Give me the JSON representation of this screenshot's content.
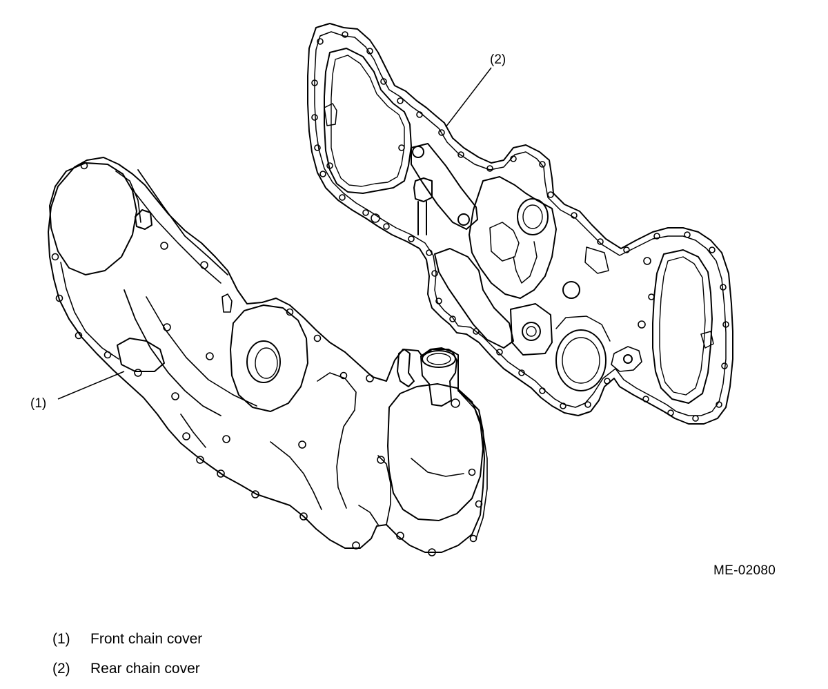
{
  "callouts": {
    "front": "(1)",
    "rear": "(2)"
  },
  "figure_id": "ME-02080",
  "legend": [
    {
      "number": "(1)",
      "label": "Front chain cover"
    },
    {
      "number": "(2)",
      "label": "Rear chain cover"
    }
  ]
}
